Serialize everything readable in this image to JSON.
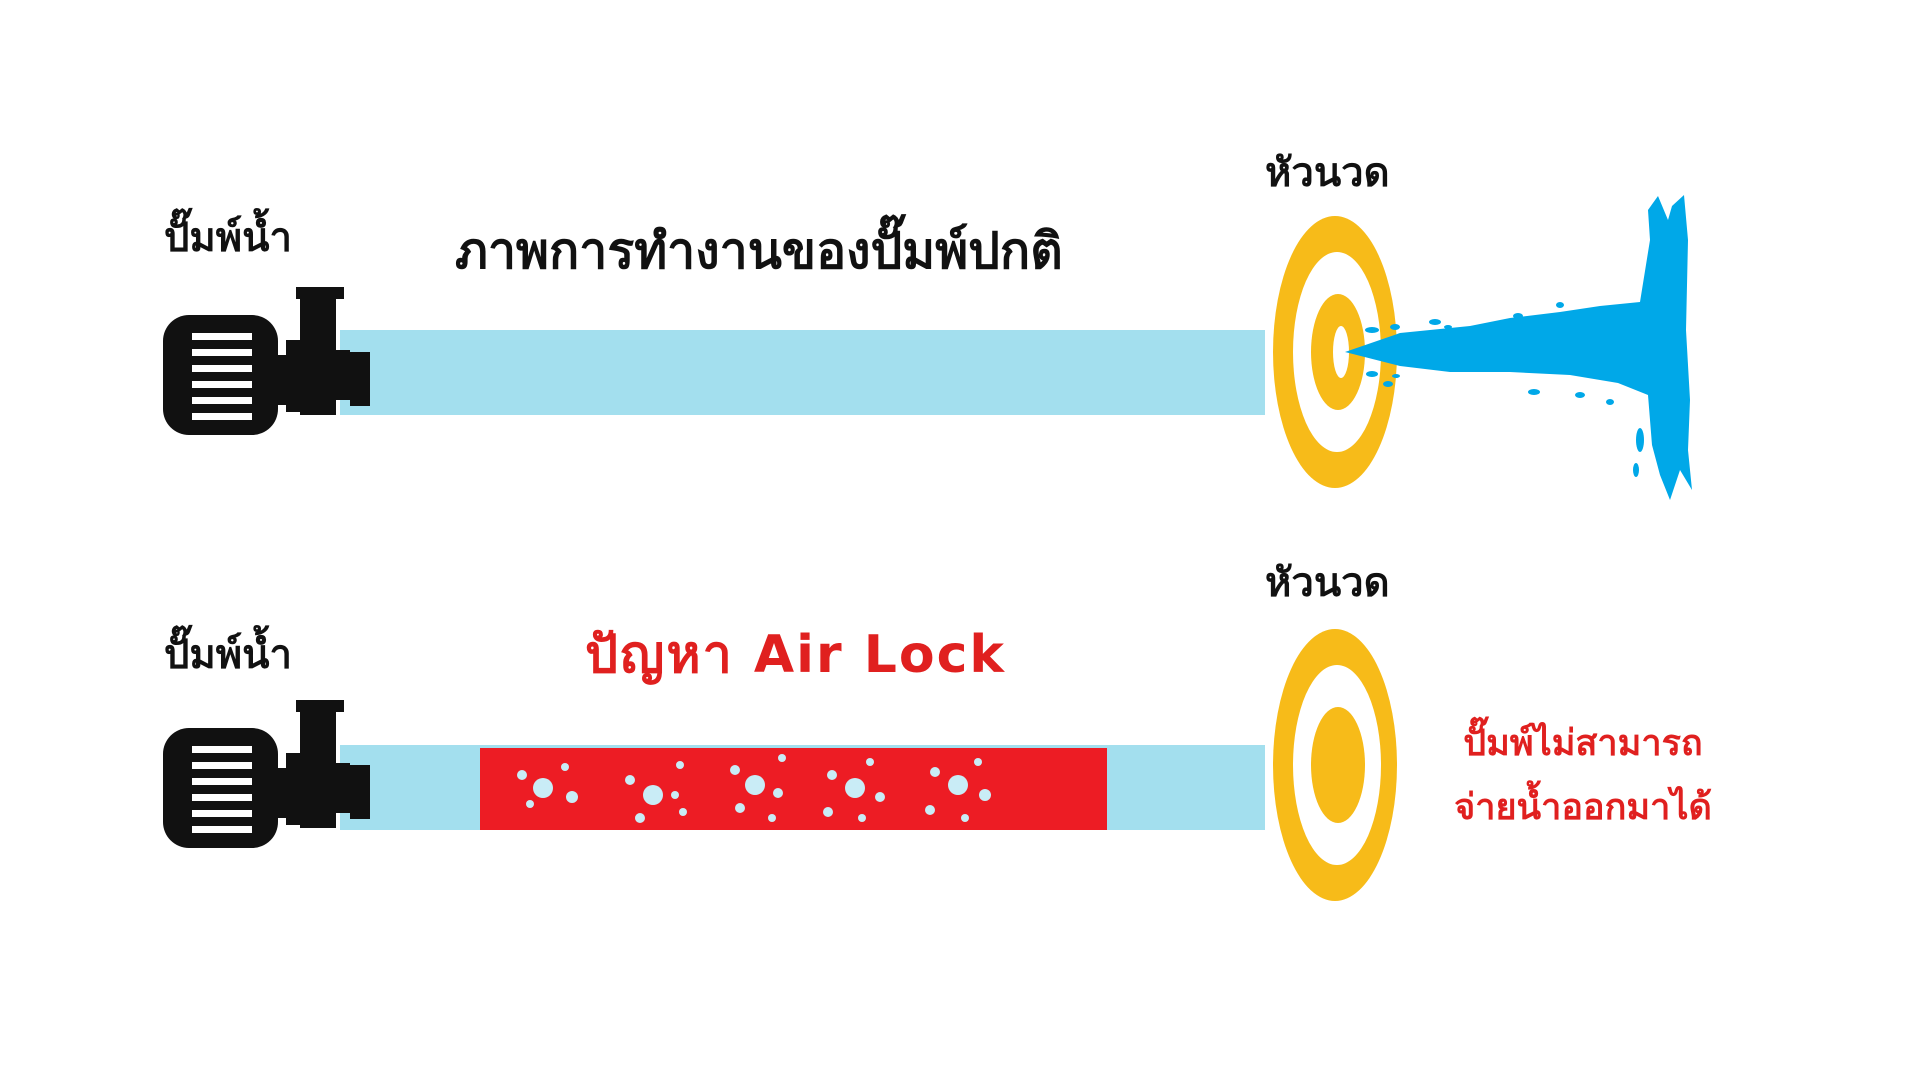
{
  "colors": {
    "pipe_water": "#a3dfee",
    "air_lock": "#ed1c24",
    "bubble": "#c9ecf6",
    "nozzle_ring": "#f7bb19",
    "spray": "#00a8e8",
    "pump_body": "#111111",
    "problem_text": "#e0201f",
    "normal_text": "#111111"
  },
  "icons": [
    "water-pump-icon",
    "nozzle-icon",
    "water-spray-icon",
    "air-bubbles-icon"
  ],
  "normal": {
    "pump_label": "ปั๊มพ์น้ำ",
    "title": "ภาพการทำงานของปั๊มพ์ปกติ",
    "nozzle_label": "หัวนวด"
  },
  "air_lock": {
    "pump_label": "ปั๊มพ์น้ำ",
    "title": "ปัญหา Air Lock",
    "nozzle_label": "หัวนวด",
    "failure_line1": "ปั๊มพ์ไม่สามารถ",
    "failure_line2": "จ่ายน้ำออกมาได้"
  }
}
